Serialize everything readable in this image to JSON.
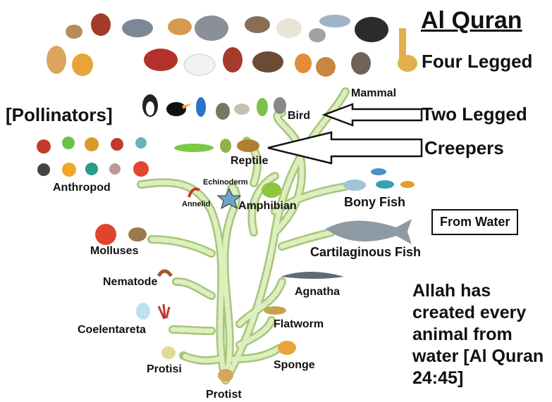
{
  "title": "Al Quran",
  "groups": {
    "four_legged": "Four Legged",
    "two_legged": "Two Legged",
    "creepers": "Creepers",
    "pollinators": "[Pollinators]",
    "from_water": "From Water"
  },
  "message": "Allah has created every animal from water [Al Quran 24:45]",
  "tree_labels": {
    "mammal": "Mammal",
    "bird": "Bird",
    "reptile": "Reptile",
    "anthropod": "Anthropod",
    "echinoderm": "Echinoderm",
    "annelid": "Annelid",
    "amphibian": "Amphibian",
    "bony_fish": "Bony Fish",
    "molluses": "Molluses",
    "cartilaginous_fish": "Cartilaginous Fish",
    "nematode": "Nematode",
    "agnatha": "Agnatha",
    "coelentareta": "Coelentareta",
    "flatworm": "Flatworm",
    "protisi": "Protisi",
    "sponge": "Sponge",
    "protist": "Protist"
  },
  "colors": {
    "branch": "#cfe3a8",
    "branch_stroke": "#a8c57a",
    "text": "#111111"
  }
}
